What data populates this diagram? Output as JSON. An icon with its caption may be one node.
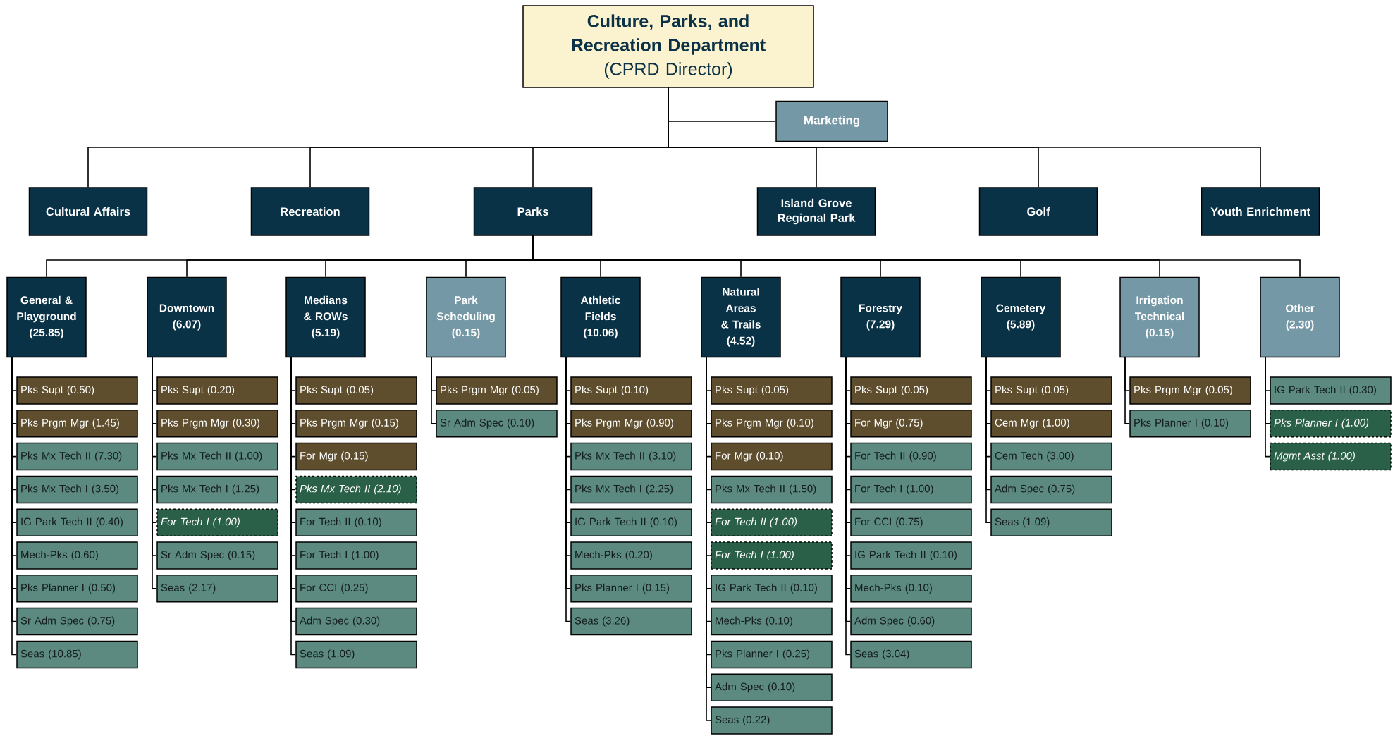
{
  "diagram": {
    "nodes": [
      {
        "text": [
          "Culture, Parks, and Recreation Department",
          "(CPRD Director)"
        ]
      },
      {
        "text": [
          "Marketing"
        ]
      },
      {
        "text": [
          "Cultural Affairs"
        ]
      },
      {
        "text": [
          "Recreation"
        ]
      },
      {
        "text": [
          "Parks"
        ]
      },
      {
        "text": [
          "Island Grove Regional Park"
        ]
      },
      {
        "text": [
          "Golf"
        ]
      },
      {
        "text": [
          "Youth Enrichment"
        ]
      },
      {
        "text": [
          "General & Playground",
          "(25.85)"
        ]
      },
      {
        "text": [
          "Downtown",
          "(6.07)"
        ]
      },
      {
        "text": [
          "Medians & ROWs",
          "(5.19)"
        ]
      },
      {
        "text": [
          "Park Scheduling",
          "(0.15)"
        ]
      },
      {
        "text": [
          "Athletic Fields",
          "(10.06)"
        ]
      },
      {
        "text": [
          "Natural Areas & Trails",
          "(4.52)"
        ]
      },
      {
        "text": [
          "Forestry",
          "(7.29)"
        ]
      },
      {
        "text": [
          "Cemetery",
          "(5.89)"
        ]
      },
      {
        "text": [
          "Irrigation Technical",
          "(0.15)"
        ]
      },
      {
        "text": [
          "Other",
          "(2.30)"
        ]
      },
      {
        "text": [
          "Pks Supt (0.50)"
        ]
      },
      {
        "text": [
          "Pks Prgm Mgr (1.45)"
        ]
      },
      {
        "text": [
          "Pks Mx Tech II (7.30)"
        ]
      },
      {
        "text": [
          "Pks Mx Tech I (3.50)"
        ]
      },
      {
        "text": [
          "IG Park Tech II (0.40)"
        ]
      },
      {
        "text": [
          "Mech-Pks (0.60)"
        ]
      },
      {
        "text": [
          "Pks Planner I (0.50)"
        ]
      },
      {
        "text": [
          "Sr Adm Spec (0.75)"
        ]
      },
      {
        "text": [
          "Seas (10.85)"
        ]
      },
      {
        "text": [
          "Pks Supt (0.20)"
        ]
      },
      {
        "text": [
          "Pks Prgm Mgr (0.30)"
        ]
      },
      {
        "text": [
          "Pks Mx Tech II (1.00)"
        ]
      },
      {
        "text": [
          "Pks Mx Tech I (1.25)"
        ]
      },
      {
        "text": [
          "For Tech I (1.00)"
        ]
      },
      {
        "text": [
          "Sr Adm Spec (0.15)"
        ]
      },
      {
        "text": [
          "Seas (2.17)"
        ]
      },
      {
        "text": [
          "Pks Supt (0.05)"
        ]
      },
      {
        "text": [
          "Pks Prgm Mgr (0.15)"
        ]
      },
      {
        "text": [
          "For Mgr (0.15)"
        ]
      },
      {
        "text": [
          "Pks Mx Tech II (2.10)"
        ]
      },
      {
        "text": [
          "For Tech II (0.10)"
        ]
      },
      {
        "text": [
          "For Tech I (1.00)"
        ]
      },
      {
        "text": [
          "For CCI (0.25)"
        ]
      },
      {
        "text": [
          "Adm Spec (0.30)"
        ]
      },
      {
        "text": [
          "Seas (1.09)"
        ]
      },
      {
        "text": [
          "Pks Prgm Mgr (0.05)"
        ]
      },
      {
        "text": [
          "Sr Adm Spec (0.10)"
        ]
      },
      {
        "text": [
          "Pks Supt (0.10)"
        ]
      },
      {
        "text": [
          "Pks Prgm Mgr (0.90)"
        ]
      },
      {
        "text": [
          "Pks Mx Tech II (3.10)"
        ]
      },
      {
        "text": [
          "Pks Mx Tech I (2.25)"
        ]
      },
      {
        "text": [
          "IG Park Tech II (0.10)"
        ]
      },
      {
        "text": [
          "Mech-Pks (0.20)"
        ]
      },
      {
        "text": [
          "Pks Planner I (0.15)"
        ]
      },
      {
        "text": [
          "Seas (3.26)"
        ]
      },
      {
        "text": [
          "Pks Supt (0.05)"
        ]
      },
      {
        "text": [
          "Pks Prgm Mgr (0.10)"
        ]
      },
      {
        "text": [
          "For Mgr (0.10)"
        ]
      },
      {
        "text": [
          "Pks Mx Tech II (1.50)"
        ]
      },
      {
        "text": [
          "For Tech II (1.00)"
        ]
      },
      {
        "text": [
          "For Tech I (1.00)"
        ]
      },
      {
        "text": [
          "IG Park Tech II (0.10)"
        ]
      },
      {
        "text": [
          "Mech-Pks (0.10)"
        ]
      },
      {
        "text": [
          "Pks Planner I (0.25)"
        ]
      },
      {
        "text": [
          "Adm Spec (0.10)"
        ]
      },
      {
        "text": [
          "Seas (0.22)"
        ]
      },
      {
        "text": [
          "Pks Supt (0.05)"
        ]
      },
      {
        "text": [
          "For Mgr (0.75)"
        ]
      },
      {
        "text": [
          "For Tech II (0.90)"
        ]
      },
      {
        "text": [
          "For Tech I (1.00)"
        ]
      },
      {
        "text": [
          "For CCI (0.75)"
        ]
      },
      {
        "text": [
          "IG Park Tech II (0.10)"
        ]
      },
      {
        "text": [
          "Mech-Pks (0.10)"
        ]
      },
      {
        "text": [
          "Adm Spec (0.60)"
        ]
      },
      {
        "text": [
          "Seas (3.04)"
        ]
      },
      {
        "text": [
          "Pks Supt (0.05)"
        ]
      },
      {
        "text": [
          "Cem Mgr (1.00)"
        ]
      },
      {
        "text": [
          "Cem Tech (3.00)"
        ]
      },
      {
        "text": [
          "Adm Spec (0.75)"
        ]
      },
      {
        "text": [
          "Seas (1.09)"
        ]
      },
      {
        "text": [
          "Pks Prgm Mgr (0.05)"
        ]
      },
      {
        "text": [
          "Pks Planner I (0.10)"
        ]
      },
      {
        "text": [
          "IG Park Tech II (0.30)"
        ]
      },
      {
        "text": [
          "Pks Planner I (1.00)"
        ]
      },
      {
        "text": [
          "Mgmt Asst (1.00)"
        ]
      }
    ],
    "edges": [
      {
        "from": 0,
        "to": 1,
        "arrow": "none"
      },
      {
        "from": 0,
        "to": 2,
        "arrow": "none"
      },
      {
        "from": 0,
        "to": 3,
        "arrow": "none"
      },
      {
        "from": 0,
        "to": 4,
        "arrow": "none"
      },
      {
        "from": 0,
        "to": 5,
        "arrow": "none"
      },
      {
        "from": 0,
        "to": 6,
        "arrow": "none"
      },
      {
        "from": 0,
        "to": 7,
        "arrow": "none"
      },
      {
        "from": 4,
        "to": 8,
        "arrow": "none"
      },
      {
        "from": 4,
        "to": 9,
        "arrow": "none"
      },
      {
        "from": 4,
        "to": 10,
        "arrow": "none"
      },
      {
        "from": 4,
        "to": 11,
        "arrow": "none"
      },
      {
        "from": 4,
        "to": 12,
        "arrow": "none"
      },
      {
        "from": 4,
        "to": 13,
        "arrow": "none"
      },
      {
        "from": 4,
        "to": 14,
        "arrow": "none"
      },
      {
        "from": 4,
        "to": 15,
        "arrow": "none"
      },
      {
        "from": 4,
        "to": 16,
        "arrow": "none"
      },
      {
        "from": 4,
        "to": 17,
        "arrow": "none"
      },
      {
        "from": 8,
        "to": 18,
        "arrow": "none"
      },
      {
        "from": 8,
        "to": 19,
        "arrow": "none"
      },
      {
        "from": 8,
        "to": 20,
        "arrow": "none"
      },
      {
        "from": 8,
        "to": 21,
        "arrow": "none"
      },
      {
        "from": 8,
        "to": 22,
        "arrow": "none"
      },
      {
        "from": 8,
        "to": 23,
        "arrow": "none"
      },
      {
        "from": 8,
        "to": 24,
        "arrow": "none"
      },
      {
        "from": 8,
        "to": 25,
        "arrow": "none"
      },
      {
        "from": 8,
        "to": 26,
        "arrow": "none"
      },
      {
        "from": 9,
        "to": 27,
        "arrow": "none"
      },
      {
        "from": 9,
        "to": 28,
        "arrow": "none"
      },
      {
        "from": 9,
        "to": 29,
        "arrow": "none"
      },
      {
        "from": 9,
        "to": 30,
        "arrow": "none"
      },
      {
        "from": 9,
        "to": 31,
        "arrow": "none"
      },
      {
        "from": 9,
        "to": 32,
        "arrow": "none"
      },
      {
        "from": 9,
        "to": 33,
        "arrow": "none"
      },
      {
        "from": 10,
        "to": 34,
        "arrow": "none"
      },
      {
        "from": 10,
        "to": 35,
        "arrow": "none"
      },
      {
        "from": 10,
        "to": 36,
        "arrow": "none"
      },
      {
        "from": 10,
        "to": 37,
        "arrow": "none"
      },
      {
        "from": 10,
        "to": 38,
        "arrow": "none"
      },
      {
        "from": 10,
        "to": 39,
        "arrow": "none"
      },
      {
        "from": 10,
        "to": 40,
        "arrow": "none"
      },
      {
        "from": 10,
        "to": 41,
        "arrow": "none"
      },
      {
        "from": 10,
        "to": 42,
        "arrow": "none"
      },
      {
        "from": 11,
        "to": 43,
        "arrow": "none"
      },
      {
        "from": 11,
        "to": 44,
        "arrow": "none"
      },
      {
        "from": 12,
        "to": 45,
        "arrow": "none"
      },
      {
        "from": 12,
        "to": 46,
        "arrow": "none"
      },
      {
        "from": 12,
        "to": 47,
        "arrow": "none"
      },
      {
        "from": 12,
        "to": 48,
        "arrow": "none"
      },
      {
        "from": 12,
        "to": 49,
        "arrow": "none"
      },
      {
        "from": 12,
        "to": 50,
        "arrow": "none"
      },
      {
        "from": 12,
        "to": 51,
        "arrow": "none"
      },
      {
        "from": 12,
        "to": 52,
        "arrow": "none"
      },
      {
        "from": 13,
        "to": 53,
        "arrow": "none"
      },
      {
        "from": 13,
        "to": 54,
        "arrow": "none"
      },
      {
        "from": 13,
        "to": 55,
        "arrow": "none"
      },
      {
        "from": 13,
        "to": 56,
        "arrow": "none"
      },
      {
        "from": 13,
        "to": 57,
        "arrow": "none"
      },
      {
        "from": 13,
        "to": 58,
        "arrow": "none"
      },
      {
        "from": 13,
        "to": 59,
        "arrow": "none"
      },
      {
        "from": 13,
        "to": 60,
        "arrow": "none"
      },
      {
        "from": 13,
        "to": 61,
        "arrow": "none"
      },
      {
        "from": 13,
        "to": 62,
        "arrow": "none"
      },
      {
        "from": 13,
        "to": 63,
        "arrow": "none"
      },
      {
        "from": 14,
        "to": 64,
        "arrow": "none"
      },
      {
        "from": 14,
        "to": 65,
        "arrow": "none"
      },
      {
        "from": 14,
        "to": 66,
        "arrow": "none"
      },
      {
        "from": 14,
        "to": 67,
        "arrow": "none"
      },
      {
        "from": 14,
        "to": 68,
        "arrow": "none"
      },
      {
        "from": 14,
        "to": 69,
        "arrow": "none"
      },
      {
        "from": 14,
        "to": 70,
        "arrow": "none"
      },
      {
        "from": 14,
        "to": 71,
        "arrow": "none"
      },
      {
        "from": 14,
        "to": 72,
        "arrow": "none"
      },
      {
        "from": 15,
        "to": 73,
        "arrow": "none"
      },
      {
        "from": 15,
        "to": 74,
        "arrow": "none"
      },
      {
        "from": 15,
        "to": 75,
        "arrow": "none"
      },
      {
        "from": 15,
        "to": 76,
        "arrow": "none"
      },
      {
        "from": 15,
        "to": 77,
        "arrow": "none"
      },
      {
        "from": 16,
        "to": 78,
        "arrow": "none"
      },
      {
        "from": 16,
        "to": 79,
        "arrow": "none"
      },
      {
        "from": 17,
        "to": 80,
        "arrow": "none"
      },
      {
        "from": 17,
        "to": 81,
        "arrow": "none"
      },
      {
        "from": 17,
        "to": 82,
        "arrow": "none"
      }
    ]
  }
}
